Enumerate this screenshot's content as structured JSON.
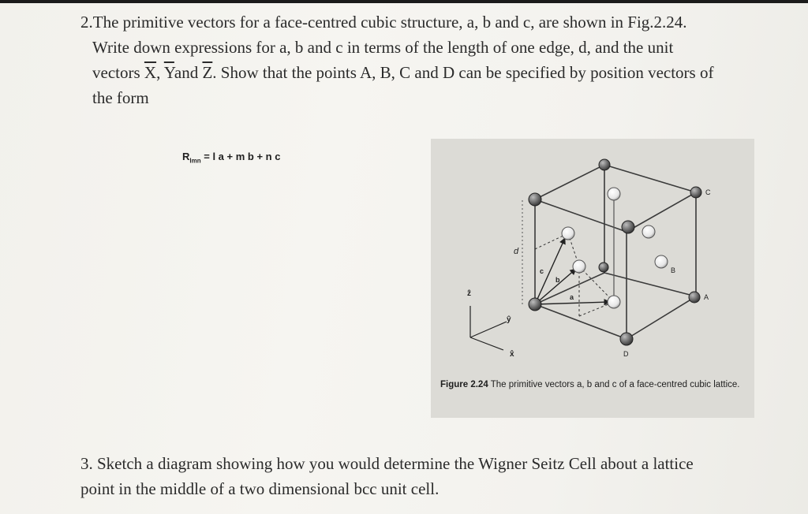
{
  "question2": {
    "lines": [
      "2.The primitive vectors for a face-centred cubic structure, a, b and c, are shown in Fig.2.24.",
      "Write down expressions for a, b and c in terms of the length of one edge, d, and the unit",
      "the form"
    ],
    "line3_prefix": "vectors ",
    "vec_x": "X",
    "comma": ", ",
    "vec_y": "Y",
    "and_word": "and ",
    "vec_z": "Z",
    "line3_suffix": ". Show that the points A, B, C and D can be specified by position vectors of"
  },
  "formula": {
    "symbol": "R",
    "subscript": "lmn",
    "rhs": "= l a + m b + n c"
  },
  "figure": {
    "point_labels": {
      "A": "A",
      "B": "B",
      "C": "C",
      "D": "D"
    },
    "vector_labels": {
      "a": "a",
      "b": "b",
      "c": "c",
      "d": "d"
    },
    "axis_labels": {
      "z": "ẑ",
      "y": "ŷ",
      "x": "x̂"
    },
    "caption_number": "Figure 2.24",
    "caption_text": "The primitive vectors a, b and c of a face-centred cubic lattice."
  },
  "question3": {
    "lines": [
      "3. Sketch a diagram showing how you would determine the Wigner Seitz Cell about a lattice",
      "point in the middle of a two dimensional bcc unit cell."
    ]
  }
}
